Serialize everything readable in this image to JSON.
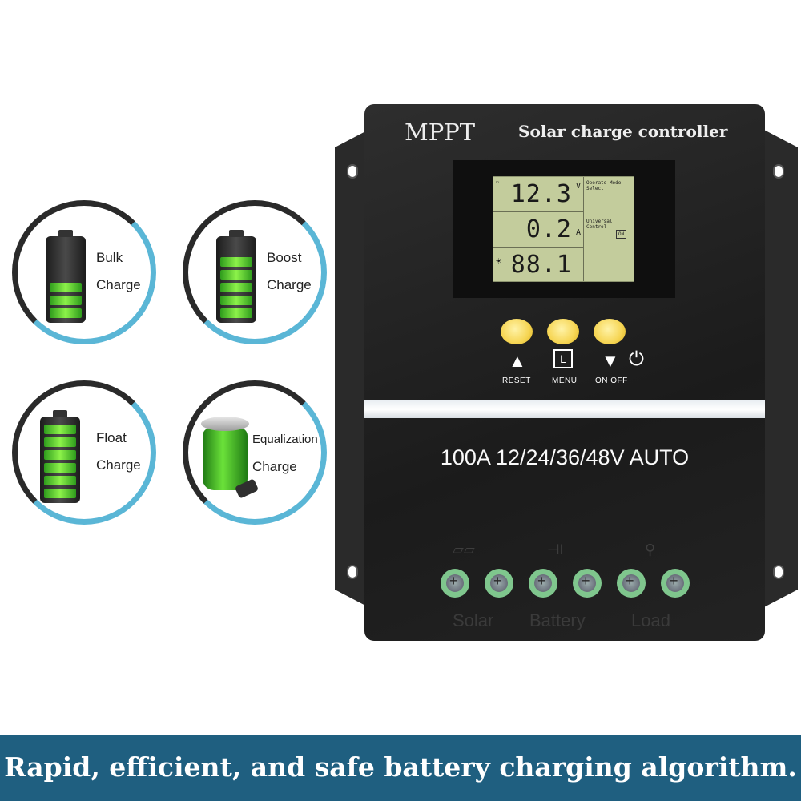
{
  "stages": [
    {
      "line1": "Bulk",
      "line2": "Charge",
      "bars": 3
    },
    {
      "line1": "Boost",
      "line2": "Charge",
      "bars": 5
    },
    {
      "line1": "Float",
      "line2": "Charge",
      "bars": 6
    },
    {
      "line1": "Equalization",
      "line2": "Charge"
    }
  ],
  "device": {
    "brand": "MPPT",
    "subtitle": "Solar charge controller",
    "spec": "100A 12/24/36/48V AUTO",
    "lcd": {
      "voltage": "12.3",
      "voltage_unit": "V",
      "current": "0.2",
      "current_unit": "A",
      "bottom_value": "88.1",
      "side_top": "Operate Mode Select",
      "side_mid": "Universal Control",
      "side_btn": "ON"
    },
    "buttons": {
      "reset": "RESET",
      "menu": "MENU",
      "onoff": "ON OFF"
    },
    "terminal_labels": [
      "Solar",
      "Battery",
      "Load"
    ]
  },
  "banner": "Rapid, efficient, and safe battery charging algorithm."
}
